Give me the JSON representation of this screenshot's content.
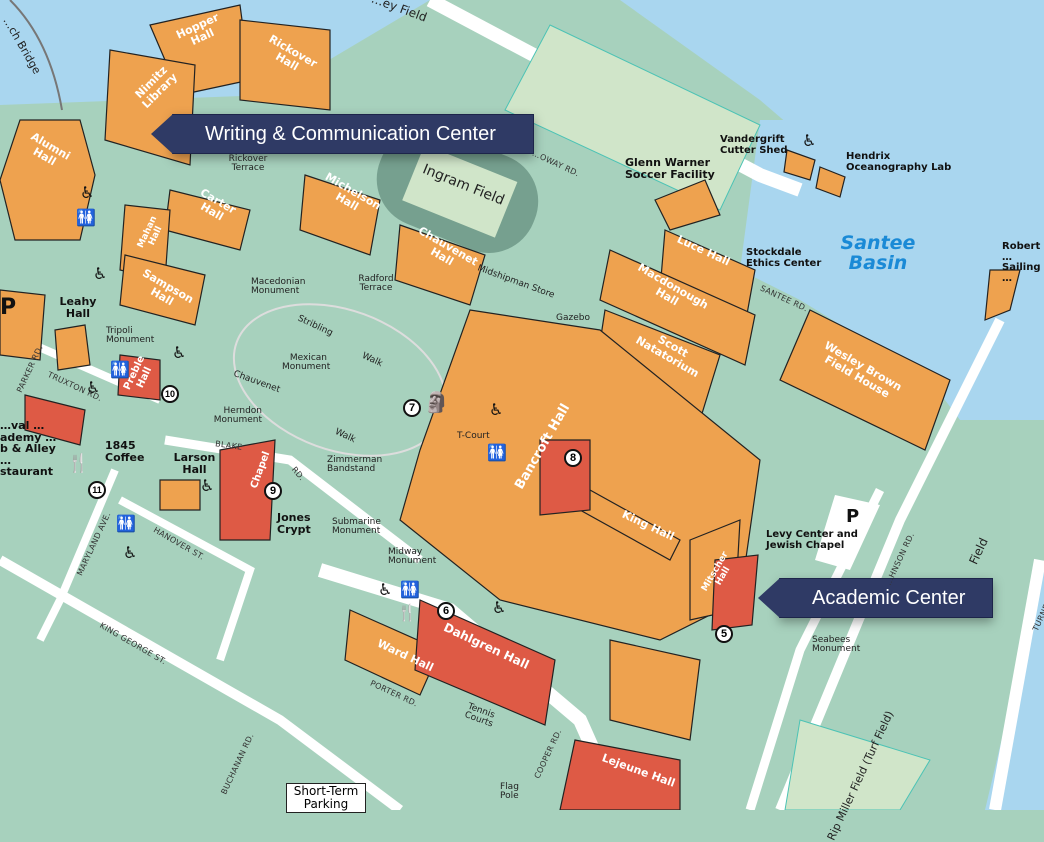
{
  "callouts": {
    "writing_center": "Writing & Communication Center",
    "academic_center": "Academic Center"
  },
  "water": {
    "basin": "Santee Basin",
    "bridge": "…ch Bridge"
  },
  "fields": {
    "top_field": "…ey Field",
    "ingram_field": "Ingram Field",
    "right_field": "Field",
    "rip_miller": "Rip Miller Field (Turf Field)"
  },
  "buildings": {
    "hopper": "Hopper Hall",
    "rickover": "Rickover Hall",
    "nimitz": "Nimitz Library",
    "alumni": "Alumni Hall",
    "carter": "Carter Hall",
    "mahan": "Mahan Hall",
    "sampson": "Sampson Hall",
    "michelson": "Michelson Hall",
    "chauvenet": "Chauvenet Hall",
    "luce": "Luce Hall",
    "macdonough": "Macdonough Hall",
    "scott": "Scott Natatorium",
    "wesley_brown": "Wesley Brown Field House",
    "bancroft": "Bancroft Hall",
    "king": "King Hall",
    "mitscher": "Mitscher Hall",
    "preble": "Preble Hall",
    "chapel": "Chapel",
    "dahlgren": "Dahlgren Hall",
    "ward": "Ward Hall",
    "lejeune": "Lejeune Hall"
  },
  "places": {
    "leahy": "Leahy Hall",
    "larson": "Larson Hall",
    "jones_crypt": "Jones Crypt",
    "coffee": "1845 Coffee",
    "club": "…val …ademy …b & Alley …staurant",
    "glenn_warner": "Glenn Warner Soccer Facility",
    "vandergrift": "Vandergrift Cutter Shed",
    "hendrix": "Hendrix Oceanography Lab",
    "stockdale": "Stockdale Ethics Center",
    "robert_sailing": "Robert … Sailing …",
    "levy": "Levy Center and Jewish Chapel",
    "parking_sign": "Short-Term Parking"
  },
  "small_labels": {
    "rickover_terrace": "Rickover Terrace",
    "radford_terrace": "Radford Terrace",
    "macedonian": "Macedonian Monument",
    "mexican": "Mexican Monument",
    "herndon": "Herndon Monument",
    "tripoli": "Tripoli Monument",
    "zimmerman": "Zimmerman Bandstand",
    "submarine": "Submarine Monument",
    "midway": "Midway Monument",
    "seabees": "Seabees Monument",
    "midshipman_store": "Midshipman Store",
    "gazebo": "Gazebo",
    "t_court": "T-Court",
    "tennis": "Tennis Courts",
    "flag_pole": "Flag Pole",
    "stribling": "Stribling",
    "walk1": "Walk",
    "chauvenet_walk": "Chauvenet",
    "walk2": "Walk"
  },
  "roads": {
    "holloway": "…OWAY RD.",
    "santee": "SANTEE RD.",
    "parker": "PARKER RD.",
    "truxton": "TRUXTON RD.",
    "blake": "BLAKE",
    "blake_rd": "RD.",
    "hanover": "HANOVER ST.",
    "maryland": "MARYLAND AVE.",
    "king_george": "KING GEORGE ST.",
    "porter": "PORTER RD.",
    "buchanan": "BUCHANAN RD.",
    "cooper": "COOPER RD.",
    "johnson": "…HNSON RD.",
    "turner": "TURNE…"
  },
  "markers": [
    "5",
    "6",
    "7",
    "8",
    "9",
    "10",
    "11"
  ],
  "parking": "P",
  "colors": {
    "grass": "#a7d1bd",
    "water": "#a9d6ef",
    "building": "#eea24f",
    "highlight_building": "#de5a45",
    "callout": "#2f3a65",
    "field": "#d0e5c9"
  }
}
